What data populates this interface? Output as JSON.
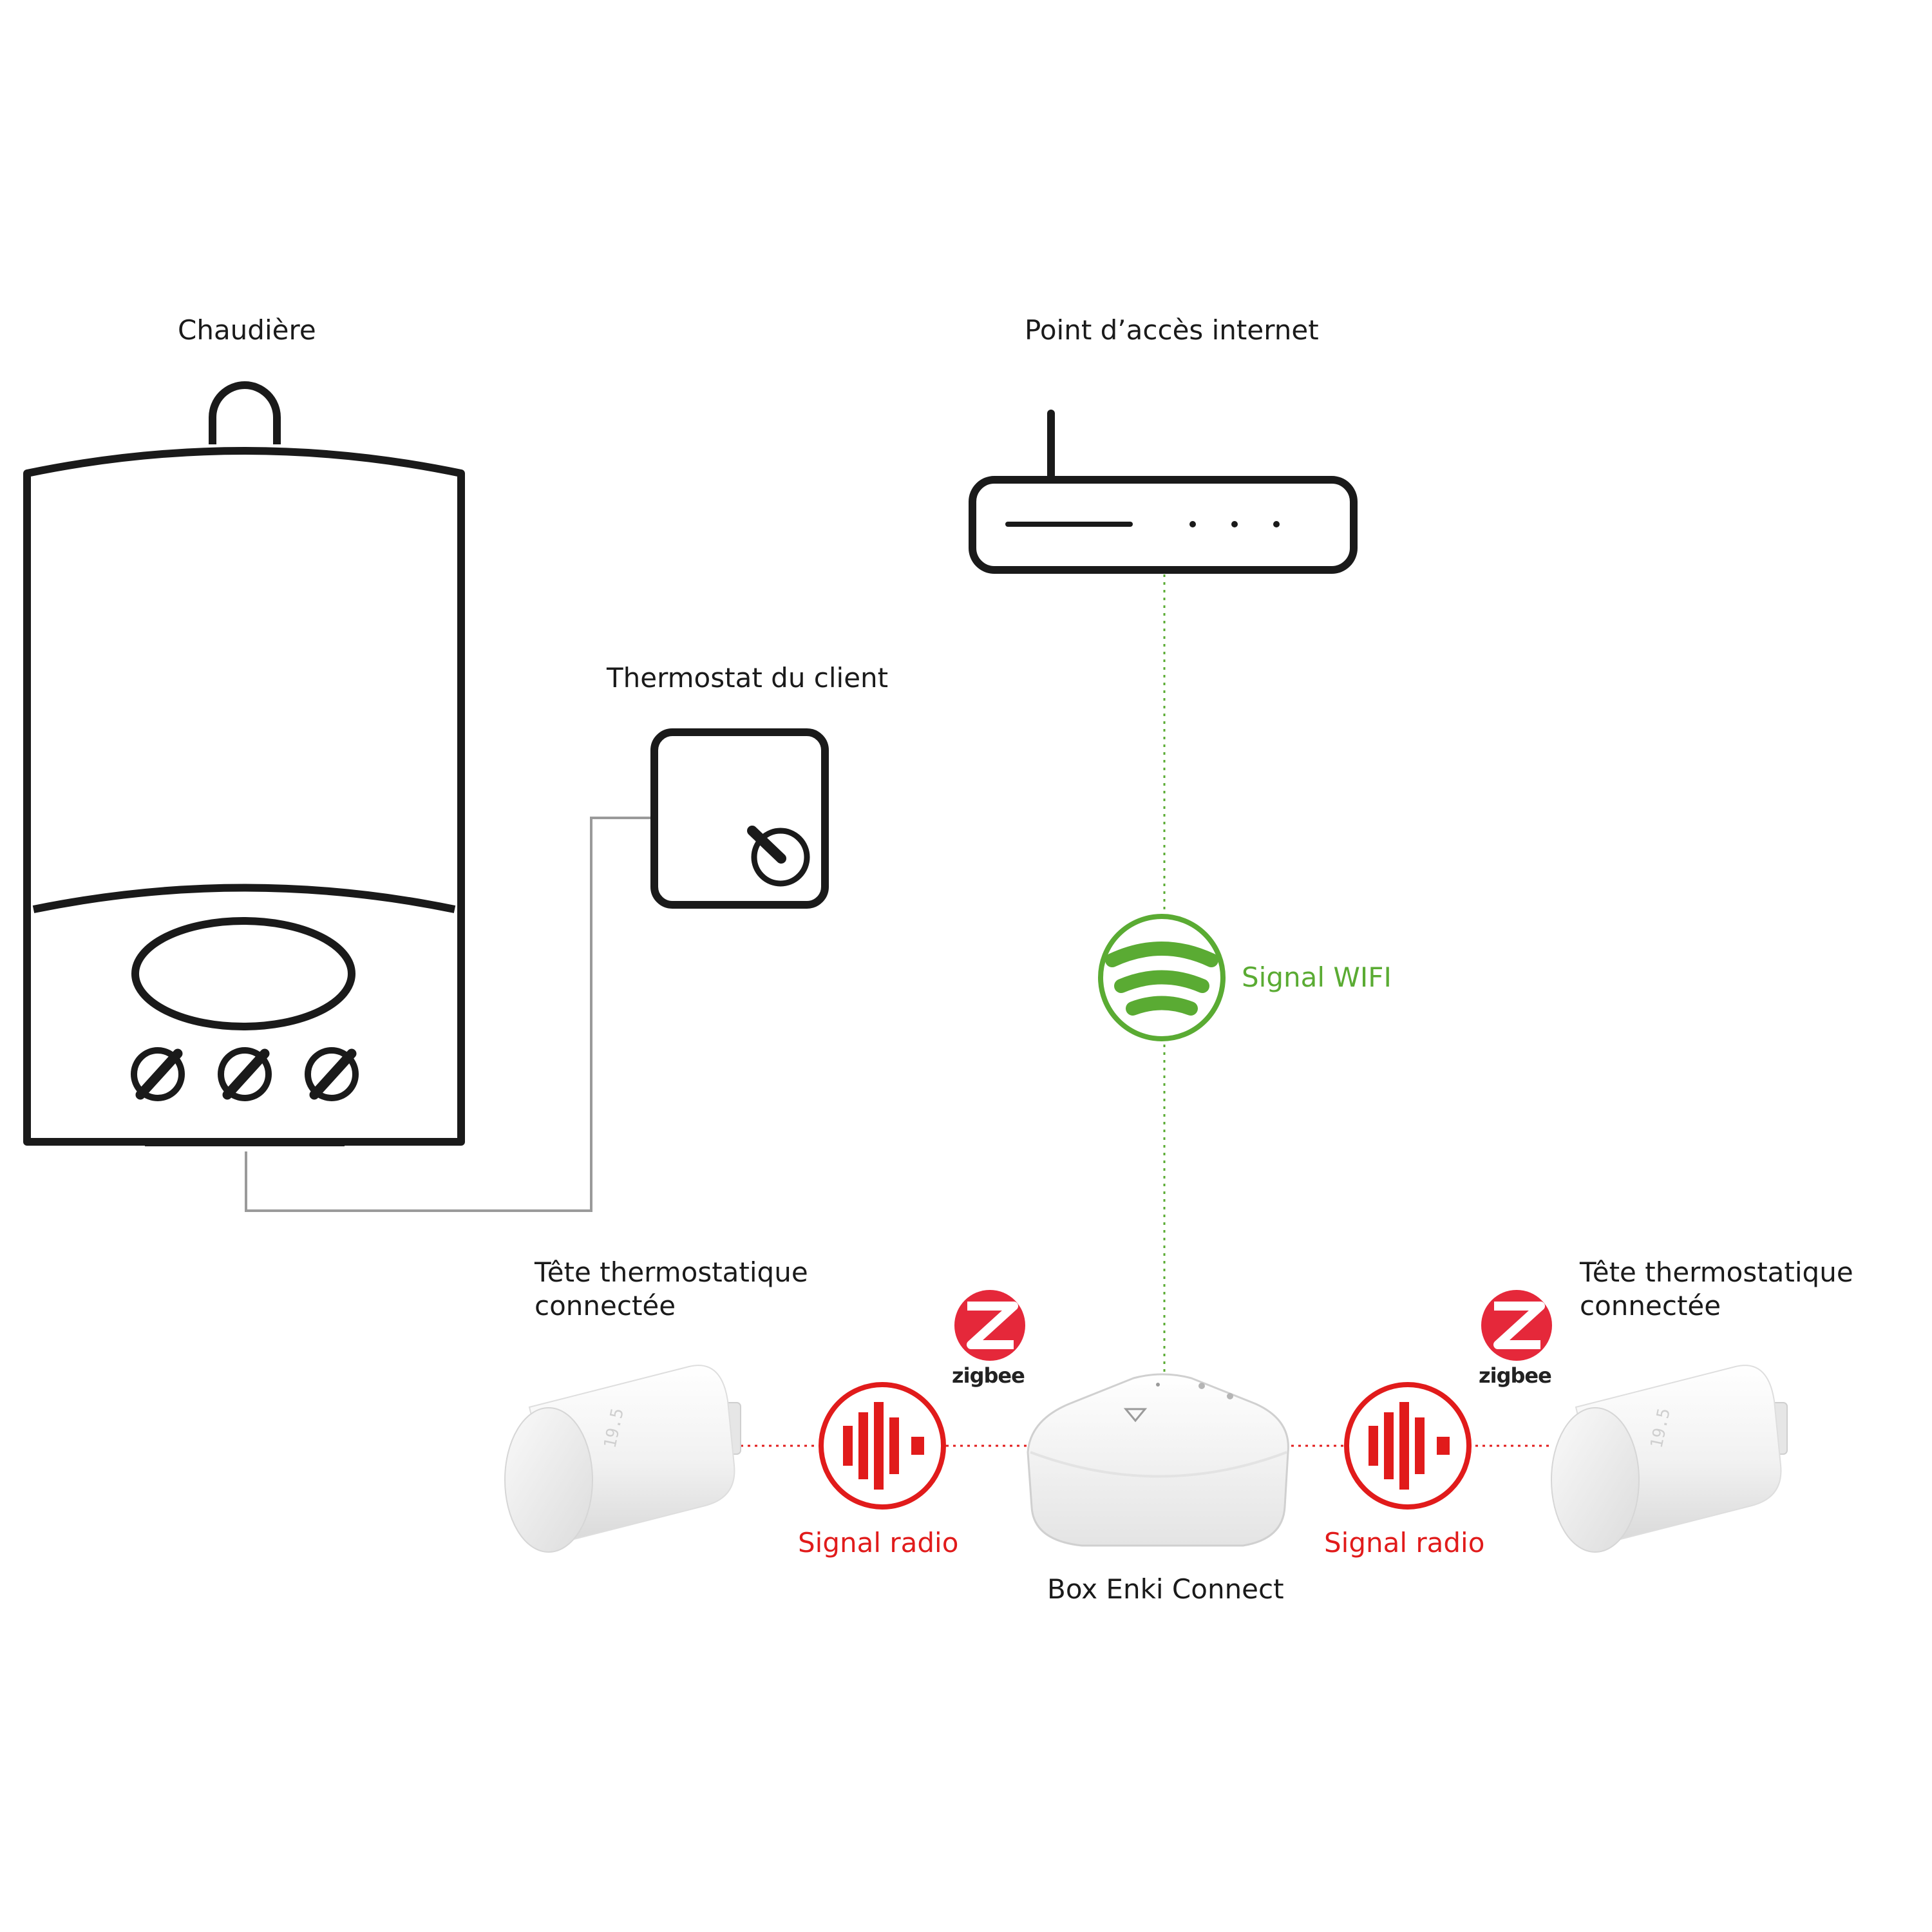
{
  "labels": {
    "boiler": "Chaudière",
    "router": "Point d’accès internet",
    "thermostat": "Thermostat du client",
    "trv_left_line1": "Tête thermostatique",
    "trv_left_line2": "connectée",
    "trv_right_line1": "Tête thermostatique",
    "trv_right_line2": "connectée",
    "wifi": "Signal WIFI",
    "radio_left": "Signal radio",
    "radio_right": "Signal radio",
    "box": "Box Enki Connect",
    "zigbee_left": "zigbee",
    "zigbee_right": "zigbee",
    "trv_display": "19.5"
  },
  "colors": {
    "wifi_green": "#5aab33",
    "radio_red": "#e11b1b",
    "zigbee_red": "#e5283a",
    "outline": "#1a1a1a",
    "wire_gray": "#9a9a9a"
  },
  "icons": {
    "boiler": "boiler-icon",
    "router": "router-icon",
    "thermostat": "thermostat-icon",
    "wifi": "wifi-signal-icon",
    "radio": "radio-signal-icon",
    "zigbee": "zigbee-logo",
    "trv": "thermostatic-head",
    "box": "enki-connect-box"
  }
}
